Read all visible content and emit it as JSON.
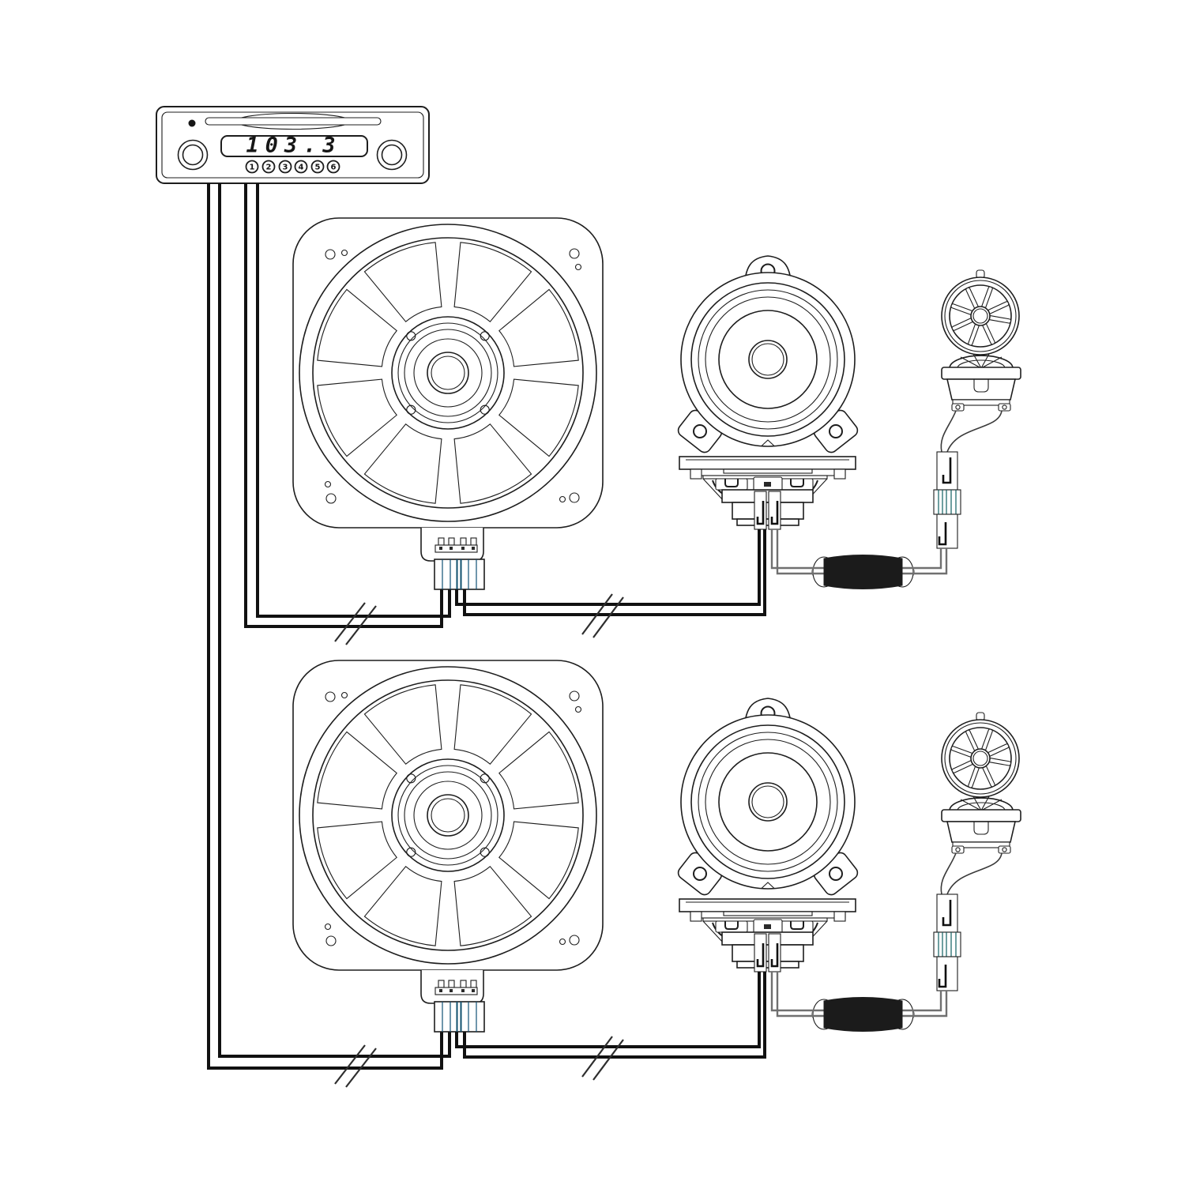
{
  "head_unit": {
    "display_value": "103.3",
    "preset_buttons": [
      "1",
      "2",
      "3",
      "4",
      "5",
      "6"
    ]
  },
  "colors": {
    "outline": "#1d1d1d",
    "wire_black": "#111111",
    "wire_gray": "#707070",
    "connector_blue": "#29ABE2",
    "connector_teal": "#2DB5A3",
    "connector_green": "#22B14C",
    "connector_cyan": "#38C7CE",
    "inductor_body": "#1b1b1b"
  }
}
